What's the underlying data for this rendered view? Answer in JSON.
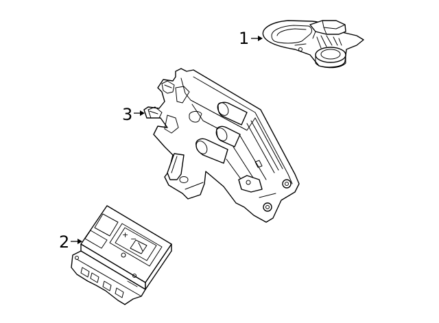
{
  "diagram": {
    "callouts": [
      {
        "id": "1",
        "label": "1"
      },
      {
        "id": "2",
        "label": "2"
      },
      {
        "id": "3",
        "label": "3"
      }
    ],
    "module_markings": {
      "plus": "+",
      "minus": "−"
    },
    "colors": {
      "line": "#000000",
      "background": "#ffffff"
    }
  }
}
